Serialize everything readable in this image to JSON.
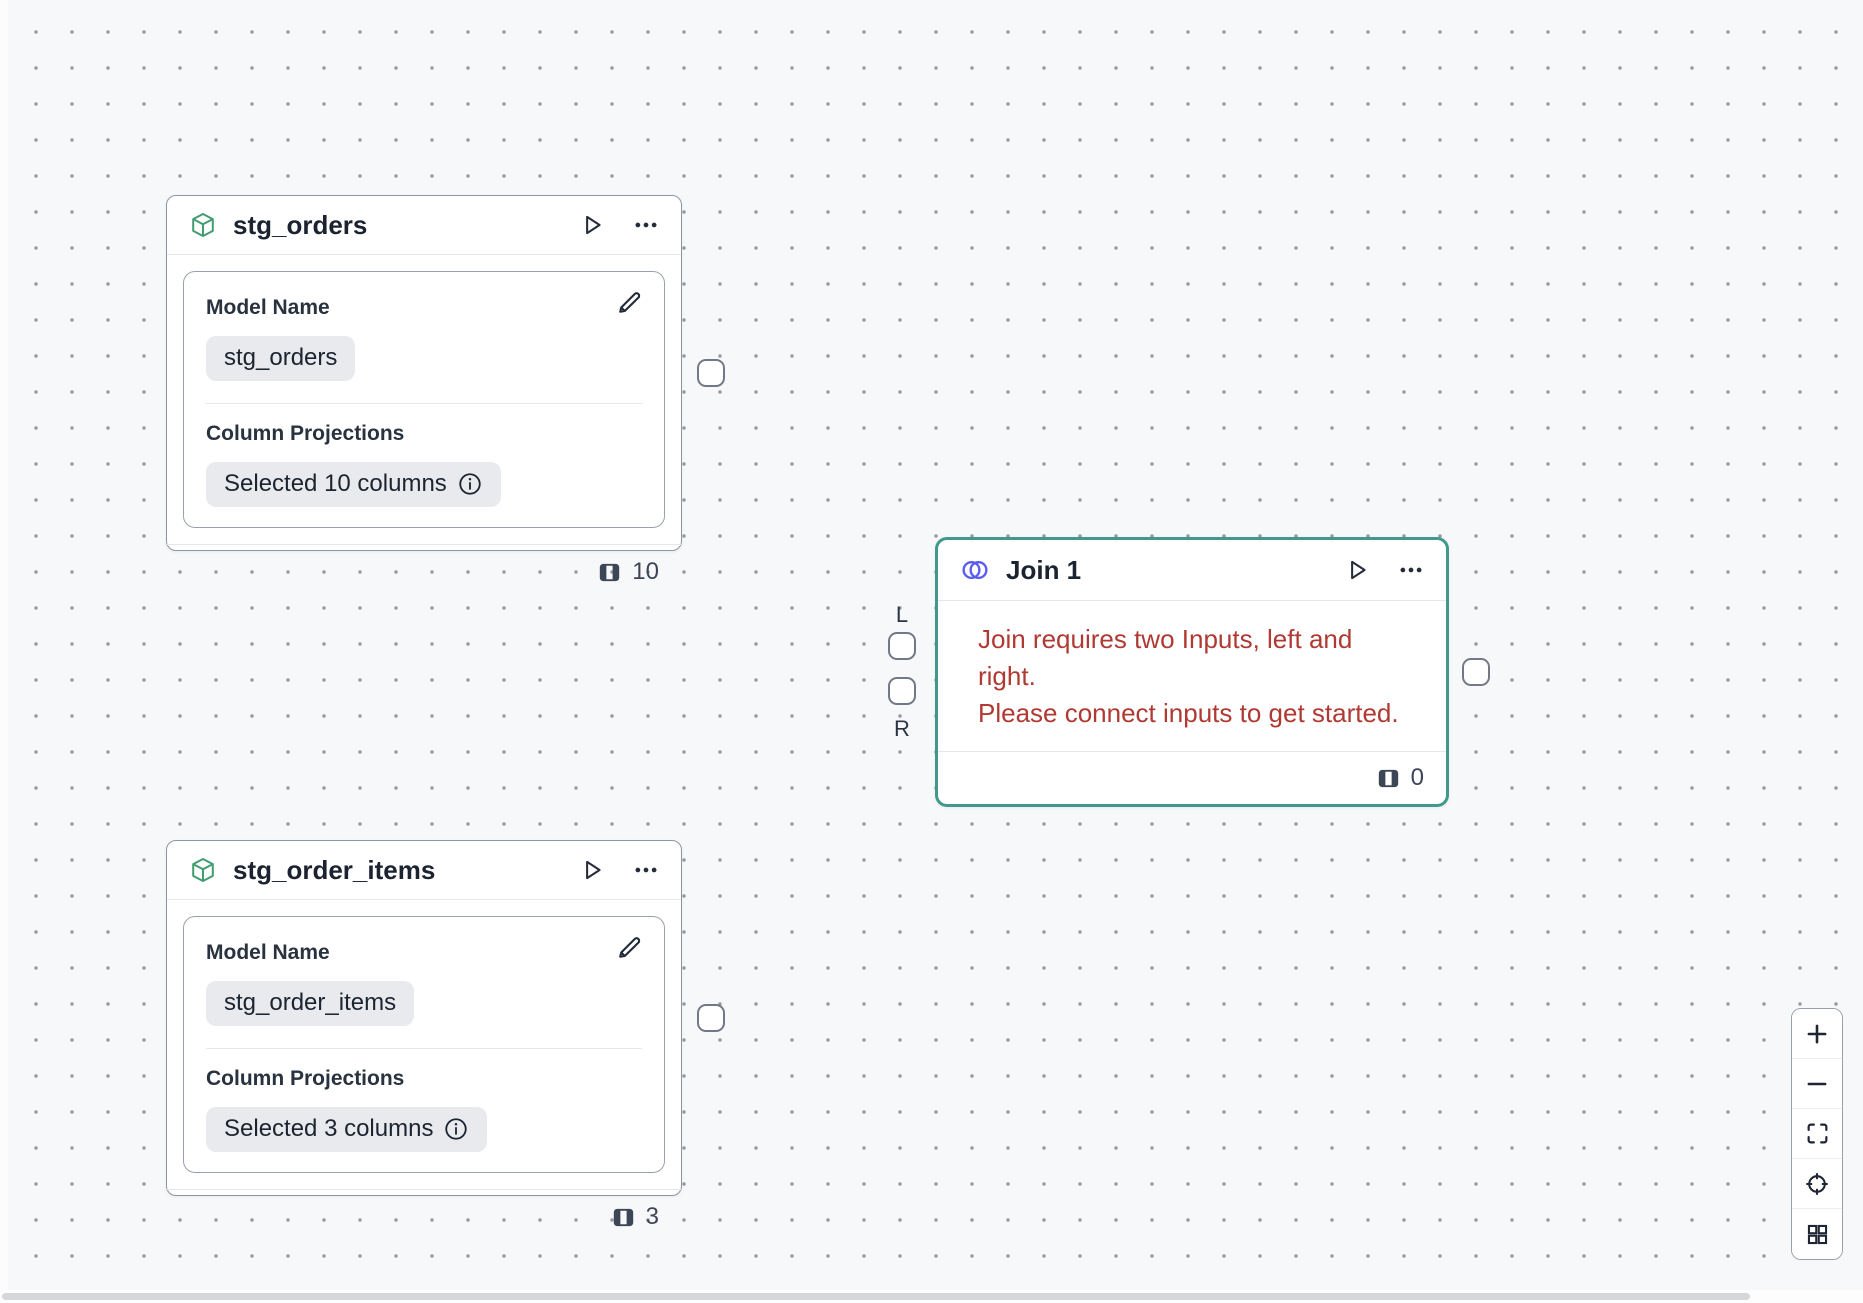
{
  "canvas": {
    "background": "#f7f8fa",
    "dot_color": "#989aa2",
    "node_border_color": "#8f96a3",
    "selected_border_color": "#42988d",
    "error_color": "#b03a33",
    "model_icon_color": "#3f9d6e",
    "join_icon_color": "#5a5cf0"
  },
  "nodes": [
    {
      "title": "stg_orders",
      "type": "model",
      "model_name_label": "Model Name",
      "model_name_value": "stg_orders",
      "column_projections_label": "Column Projections",
      "column_projections_value": "Selected 10 columns",
      "column_count": "10"
    },
    {
      "title": "Join 1",
      "type": "join",
      "error_line1": "Join requires two Inputs, left and right.",
      "error_line2": "Please connect inputs to get started.",
      "left_port_label": "L",
      "right_port_label": "R",
      "column_count": "0"
    },
    {
      "title": "stg_order_items",
      "type": "model",
      "model_name_label": "Model Name",
      "model_name_value": "stg_order_items",
      "column_projections_label": "Column Projections",
      "column_projections_value": "Selected 3 columns",
      "column_count": "3"
    }
  ]
}
